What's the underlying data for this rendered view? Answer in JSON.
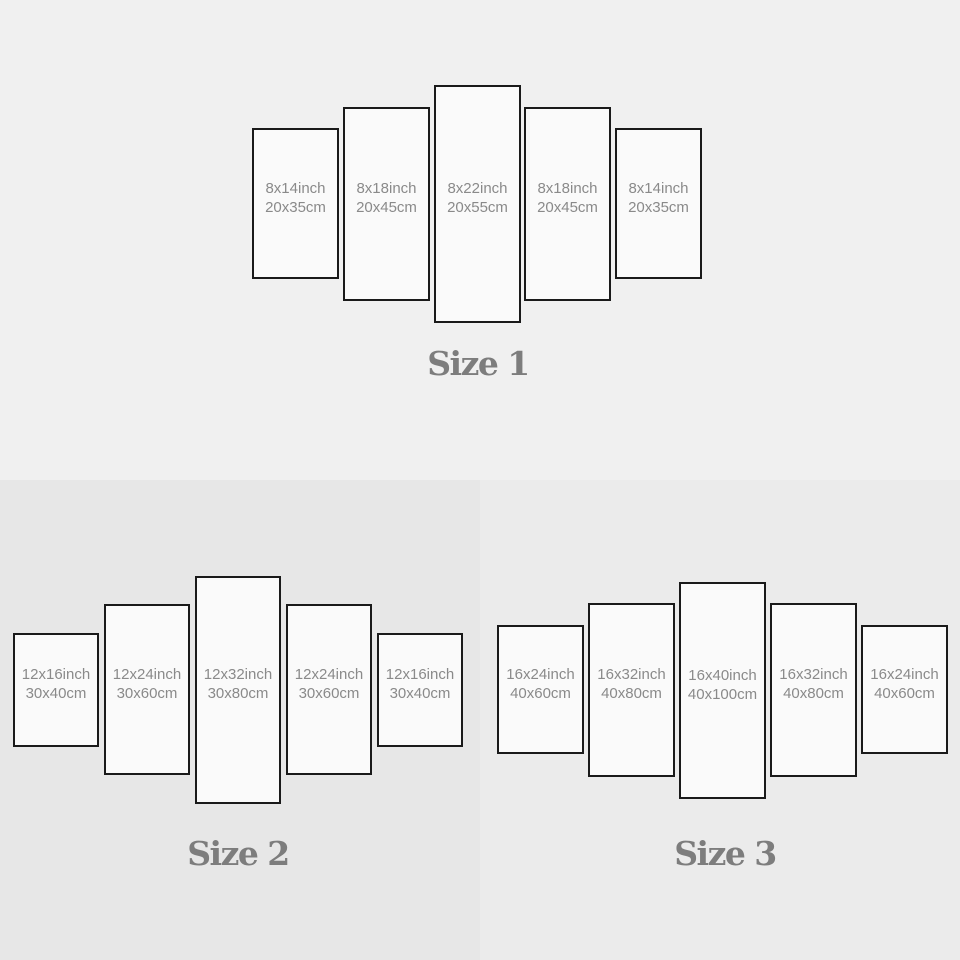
{
  "size1": {
    "title": "Size 1",
    "panels": [
      {
        "inch": "8x14inch",
        "cm": "20x35cm"
      },
      {
        "inch": "8x18inch",
        "cm": "20x45cm"
      },
      {
        "inch": "8x22inch",
        "cm": "20x55cm"
      },
      {
        "inch": "8x18inch",
        "cm": "20x45cm"
      },
      {
        "inch": "8x14inch",
        "cm": "20x35cm"
      }
    ]
  },
  "size2": {
    "title": "Size 2",
    "panels": [
      {
        "inch": "12x16inch",
        "cm": "30x40cm"
      },
      {
        "inch": "12x24inch",
        "cm": "30x60cm"
      },
      {
        "inch": "12x32inch",
        "cm": "30x80cm"
      },
      {
        "inch": "12x24inch",
        "cm": "30x60cm"
      },
      {
        "inch": "12x16inch",
        "cm": "30x40cm"
      }
    ]
  },
  "size3": {
    "title": "Size 3",
    "panels": [
      {
        "inch": "16x24inch",
        "cm": "40x60cm"
      },
      {
        "inch": "16x32inch",
        "cm": "40x80cm"
      },
      {
        "inch": "16x40inch",
        "cm": "40x100cm"
      },
      {
        "inch": "16x32inch",
        "cm": "40x80cm"
      },
      {
        "inch": "16x24inch",
        "cm": "40x60cm"
      }
    ]
  }
}
